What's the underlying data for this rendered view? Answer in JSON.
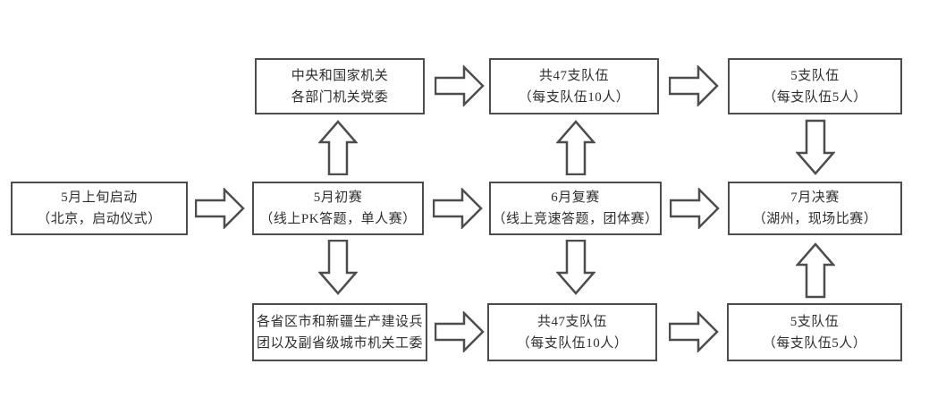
{
  "flowchart": {
    "colors": {
      "border": "#4d4d4d",
      "text": "#2e2e2e",
      "background": "#ffffff"
    },
    "nodes": {
      "start": {
        "line1": "5月上旬启动",
        "line2": "（北京，启动仪式）"
      },
      "preliminary": {
        "line1": "5月初赛",
        "line2": "（线上PK答题，单人赛）"
      },
      "semifinal": {
        "line1": "6月复赛",
        "line2": "（线上竞速答题，团体赛）"
      },
      "final": {
        "line1": "7月决赛",
        "line2": "（湖州，现场比赛）"
      },
      "central_org": {
        "line1": "中央和国家机关",
        "line2": "各部门机关党委"
      },
      "central_teams": {
        "line1": "共47支队伍",
        "line2": "（每支队伍10人）"
      },
      "central_final_teams": {
        "line1": "5支队伍",
        "line2": "（每支队伍5人）"
      },
      "local_org": {
        "line1": "各省区市和新疆生产建设兵",
        "line2": "团以及副省级城市机关工委"
      },
      "local_teams": {
        "line1": "共47支队伍",
        "line2": "（每支队伍10人）"
      },
      "local_final_teams": {
        "line1": "5支队伍",
        "line2": "（每支队伍5人）"
      }
    }
  }
}
